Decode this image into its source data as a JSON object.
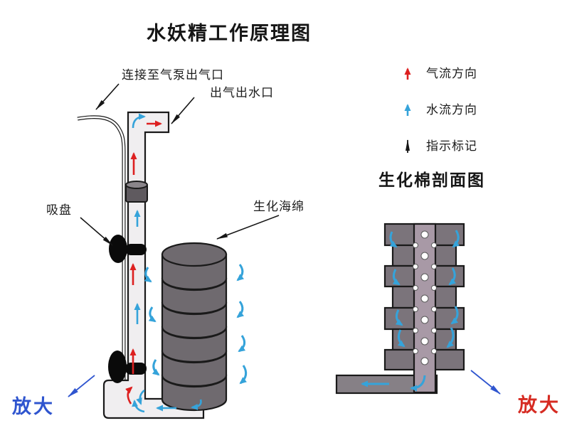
{
  "title": "水妖精工作原理图",
  "legend": {
    "items": [
      {
        "label": "气流方向",
        "arrow_color": "#dd2020",
        "icon": "up-arrow"
      },
      {
        "label": "水流方向",
        "arrow_color": "#35a3da",
        "icon": "up-arrow"
      },
      {
        "label": "指示标记",
        "arrow_color": "#161616",
        "icon": "up-arrow"
      }
    ]
  },
  "labels": {
    "air_pump_connection": "连接至气泵出气口",
    "outlet": "出气出水口",
    "suction_cup": "吸盘",
    "bio_sponge": "生化海绵"
  },
  "cross_section": {
    "title": "生化棉剖面图"
  },
  "zoom_notes": {
    "left": "放大",
    "right": "放大"
  },
  "colors": {
    "air_flow": "#dd2020",
    "water_flow": "#35a3da",
    "indicator": "#161616",
    "pointer_blue": "#2f55cf",
    "zoom_left_text": "#2f55cf",
    "zoom_right_text": "#d62b22",
    "pipe_fill": "#f0eef0",
    "sponge_disk": "#6f6a6f",
    "section_block": "#7b747b",
    "section_tube": "#a899a6",
    "section_base": "#868086",
    "background": "#ffffff"
  }
}
